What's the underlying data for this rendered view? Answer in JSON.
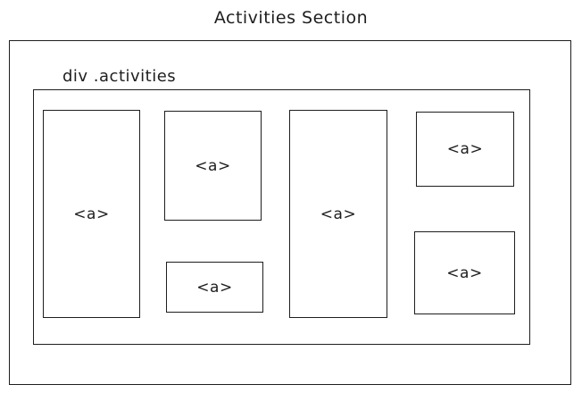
{
  "section_title": "Activities Section",
  "container_label": "div .activities",
  "links": [
    {
      "label": "<a>"
    },
    {
      "label": "<a>"
    },
    {
      "label": "<a>"
    },
    {
      "label": "<a>"
    },
    {
      "label": "<a>"
    },
    {
      "label": "<a>"
    }
  ],
  "colors": {
    "stroke": "#1e1e1e",
    "background": "#ffffff"
  }
}
